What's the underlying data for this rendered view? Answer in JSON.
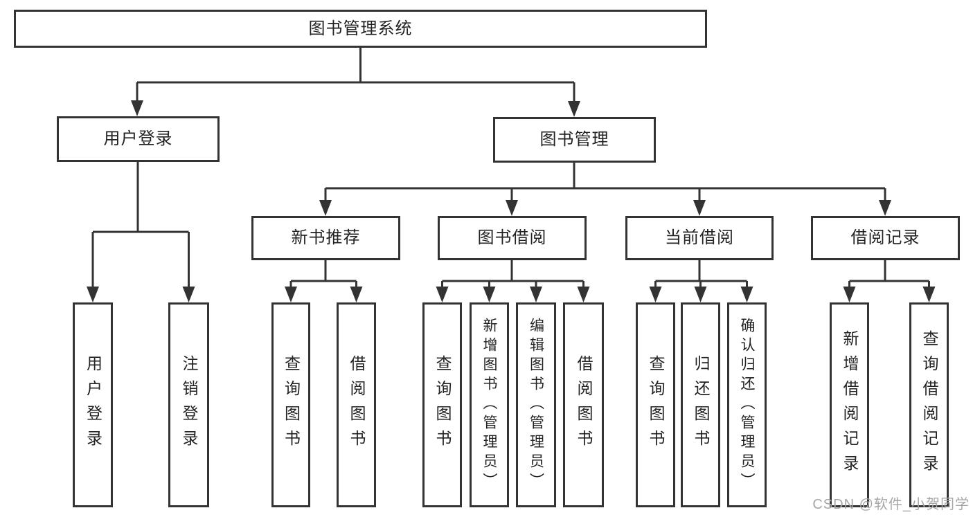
{
  "diagram": {
    "root": "图书管理系统",
    "user_login": {
      "label": "用户登录",
      "children": [
        "用户登录",
        "注销登录"
      ]
    },
    "book_mgmt": {
      "label": "图书管理"
    },
    "modules": [
      {
        "label": "新书推荐",
        "children": [
          "查询图书",
          "借阅图书"
        ]
      },
      {
        "label": "图书借阅",
        "children": [
          "查询图书",
          "新增图书（管理员）",
          "编辑图书（管理员）",
          "借阅图书"
        ]
      },
      {
        "label": "当前借阅",
        "children": [
          "查询图书",
          "归还图书",
          "确认归还（管理员）"
        ]
      },
      {
        "label": "借阅记录",
        "children": [
          "新增借阅记录",
          "查询借阅记录"
        ]
      }
    ],
    "watermark": "CSDN @软件_小贺同学"
  },
  "colors": {
    "line": "#333333",
    "box_border": "#333333",
    "text": "#222222",
    "watermark": "#a6a6a6",
    "background": "#ffffff"
  }
}
